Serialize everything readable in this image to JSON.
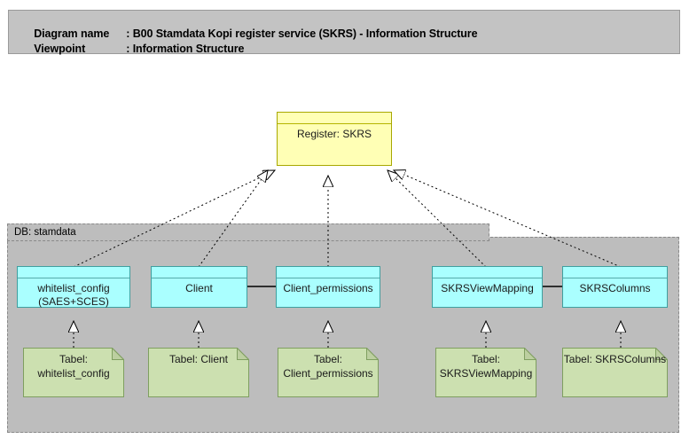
{
  "header": {
    "line1_label": "Diagram name",
    "line1_sep": ": ",
    "line1_value": "B00 Stamdata Kopi register service (SKRS) - Information Structure",
    "line2_label": "Viewpoint",
    "line2_sep": ": ",
    "line2_value": "Information Structure"
  },
  "colors": {
    "header_bar": "#c3c3c3",
    "register_fill": "#ffffb5",
    "entity_fill": "#aaffff",
    "note_fill": "#cce0b0",
    "group_fill": "#bdbdbd",
    "canvas": "#ffffff"
  },
  "register": {
    "label": "Register: SKRS"
  },
  "group": {
    "label": "DB: stamdata"
  },
  "entities": [
    {
      "id": "whitelist_config",
      "label": "whitelist_config\n(SAES+SCES)"
    },
    {
      "id": "client",
      "label": "Client"
    },
    {
      "id": "client_permissions",
      "label": "Client_permissions"
    },
    {
      "id": "skrsviewmapping",
      "label": "SKRSViewMapping"
    },
    {
      "id": "skrscolumns",
      "label": "SKRSColumns"
    }
  ],
  "notes": [
    {
      "id": "note_whitelist",
      "label": "Tabel:\nwhitelist_config"
    },
    {
      "id": "note_client",
      "label": "Tabel: Client"
    },
    {
      "id": "note_permissions",
      "label": "Tabel:\nClient_permissions"
    },
    {
      "id": "note_viewmapping",
      "label": "Tabel:\nSKRSViewMapping"
    },
    {
      "id": "note_columns",
      "label": "Tabel: SKRSColumns"
    }
  ],
  "relations": {
    "realization_count": 5,
    "association_count": 2,
    "note_link_count": 5
  }
}
